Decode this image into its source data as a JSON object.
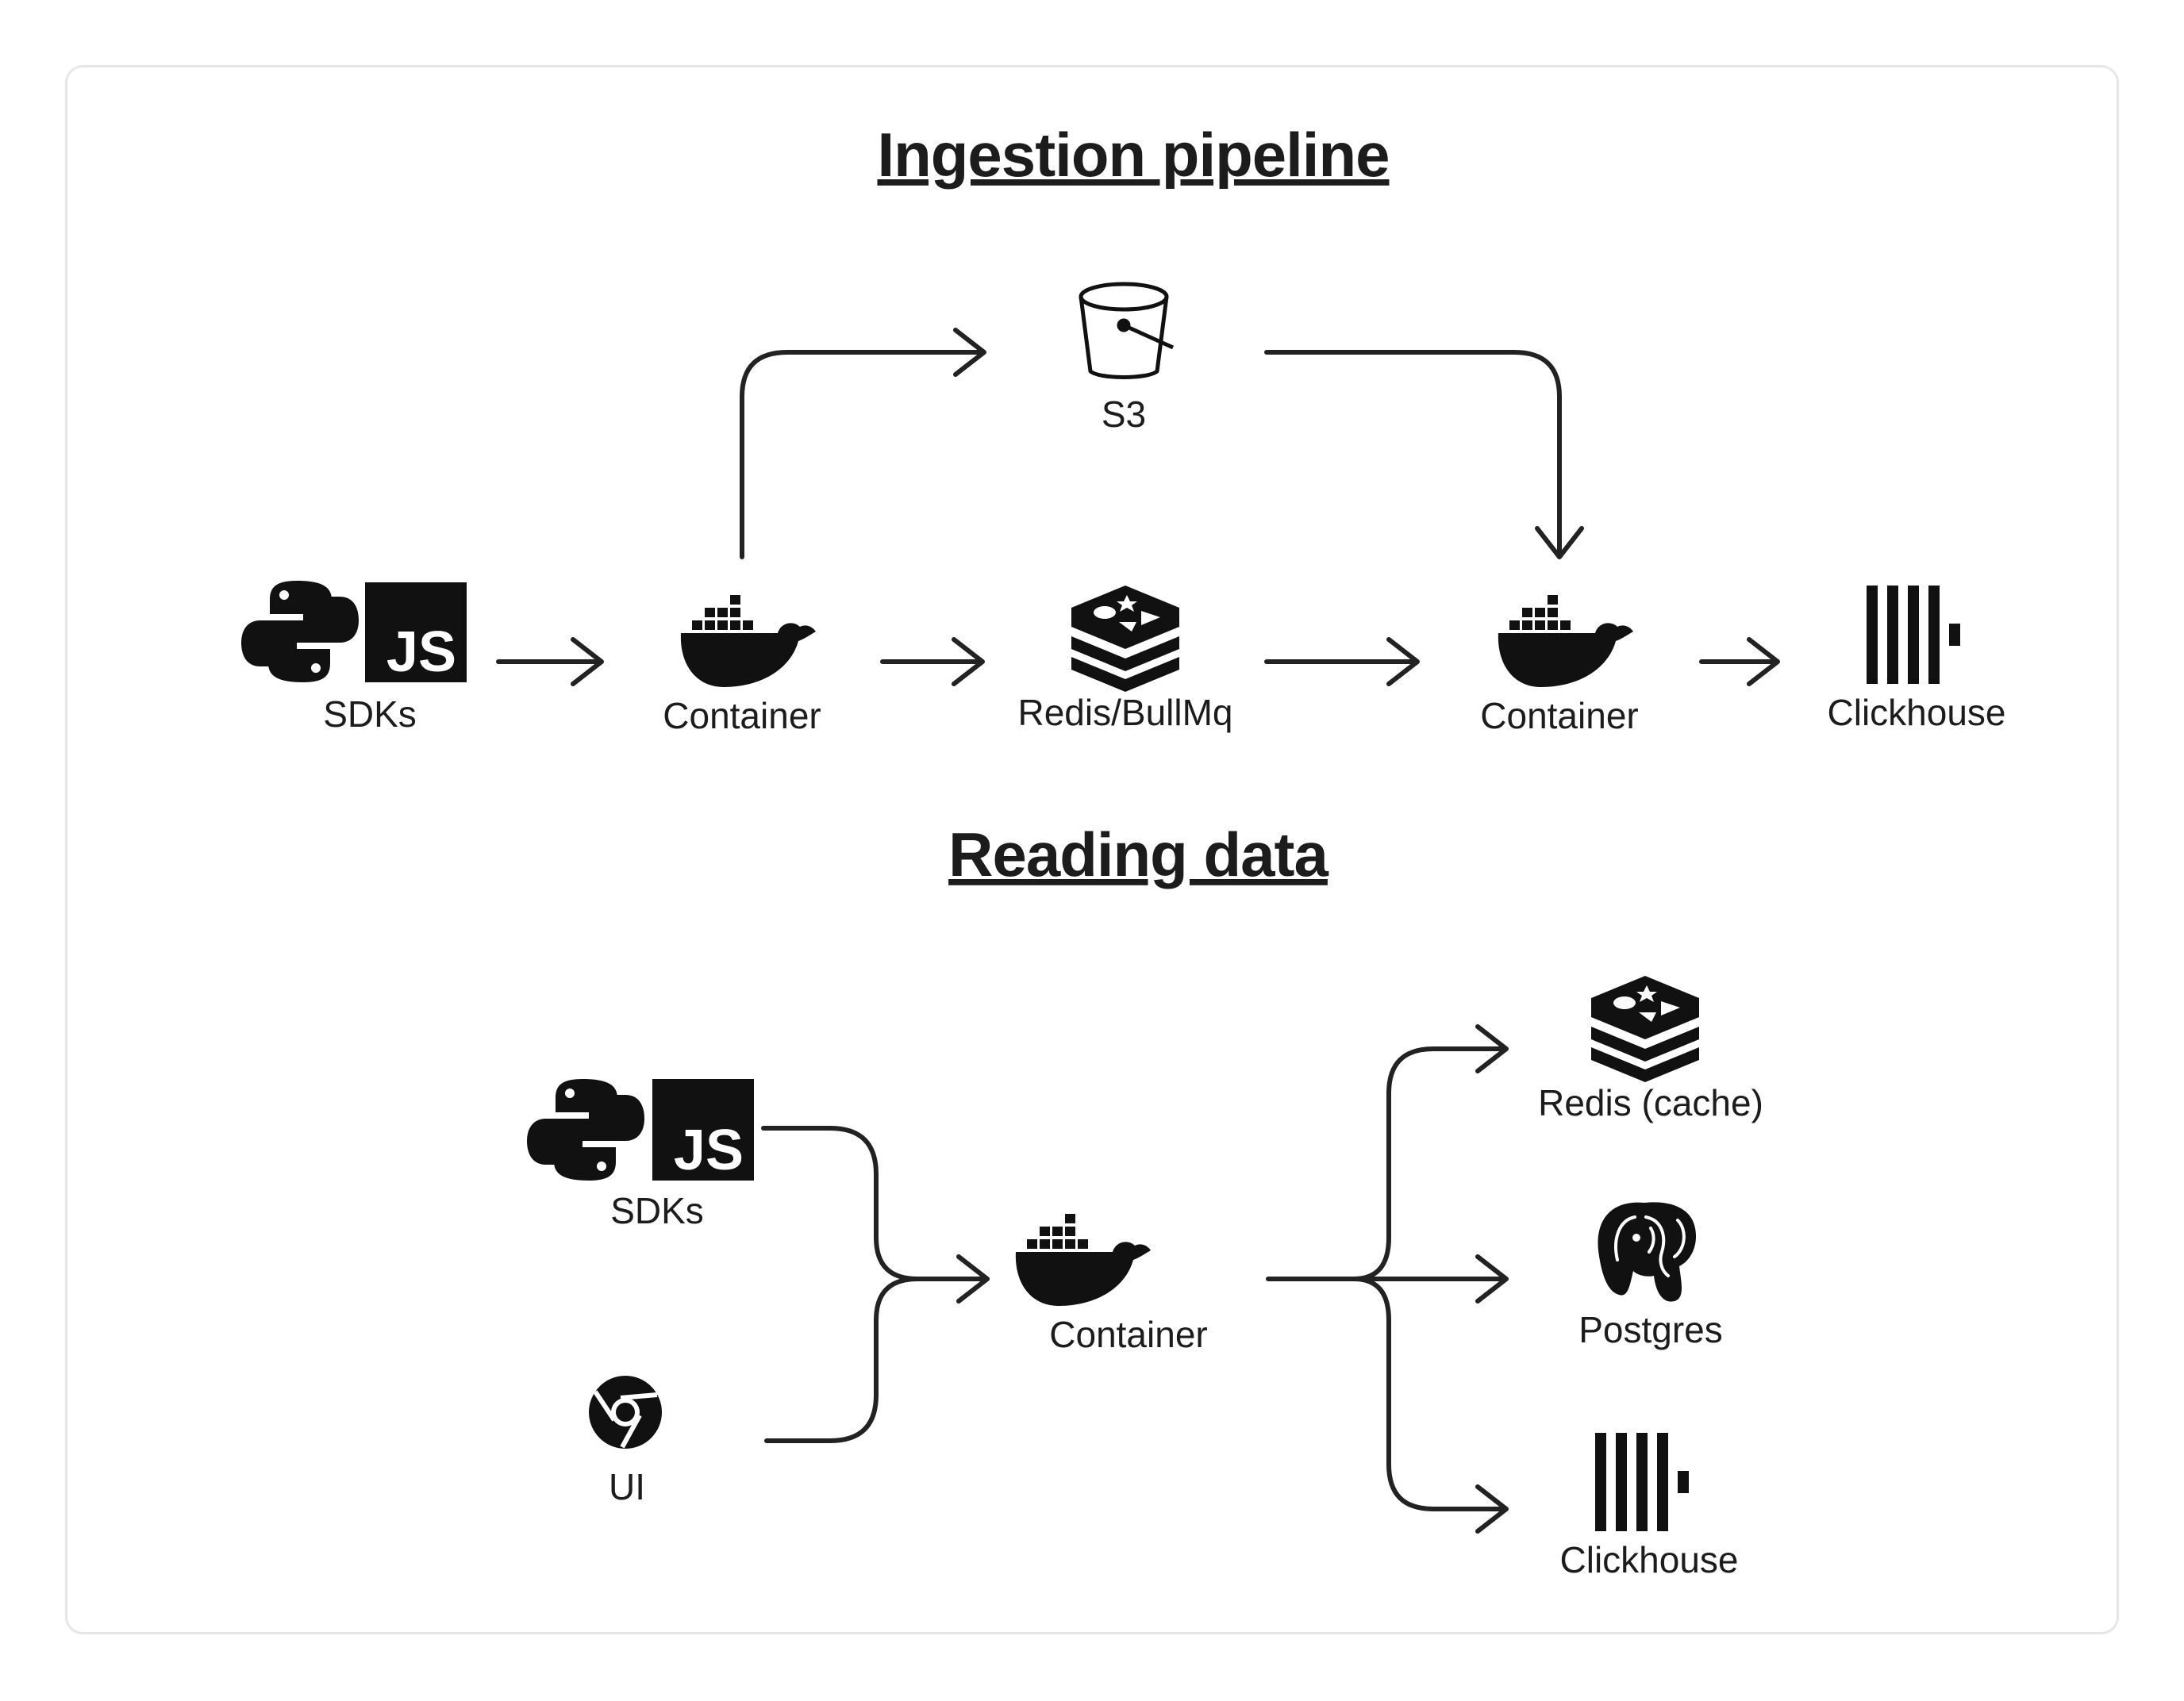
{
  "sections": {
    "ingestion": {
      "title": "Ingestion pipeline",
      "nodes": {
        "sdks": "SDKs",
        "container_in": "Container",
        "s3": "S3",
        "redis": "Redis/BullMq",
        "container_out": "Container",
        "clickhouse": "Clickhouse"
      }
    },
    "reading": {
      "title": "Reading data",
      "nodes": {
        "sdks": "SDKs",
        "ui": "UI",
        "container": "Container",
        "redis_cache": "Redis (cache)",
        "postgres": "Postgres",
        "clickhouse": "Clickhouse"
      }
    }
  },
  "icons": {
    "python": "python-icon",
    "javascript": "javascript-icon",
    "docker": "docker-icon",
    "s3_bucket": "bucket-icon",
    "redis": "redis-icon",
    "clickhouse": "clickhouse-icon",
    "postgres": "postgres-elephant-icon",
    "chrome": "chrome-icon"
  },
  "badge_text": {
    "js": "JS"
  },
  "colors": {
    "ink": "#1c1c1c",
    "border": "#e6e6e6",
    "background": "#ffffff"
  }
}
